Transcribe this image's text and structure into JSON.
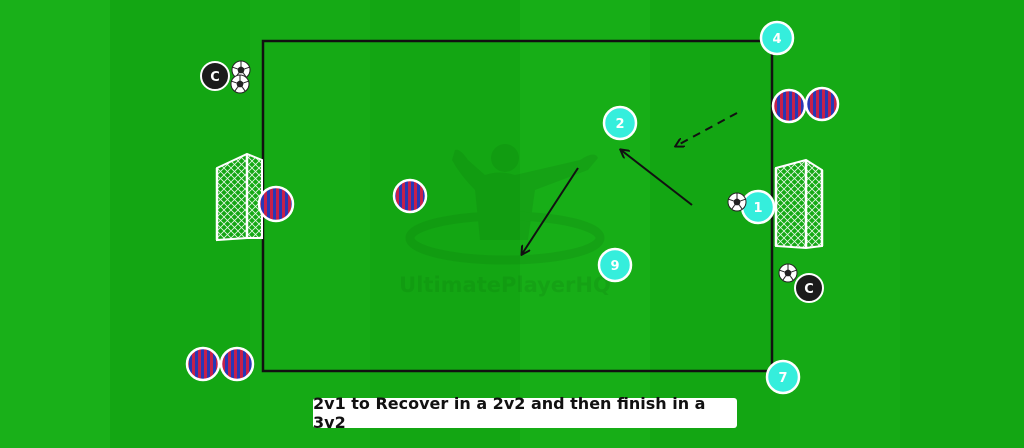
{
  "caption": "2v1 to Recover in a 2v2 and then finish in a 3v2",
  "watermark": "UltimatePlayerHQ",
  "colors": {
    "stripe_light": "#19b019",
    "stripe_dark": "#109f10",
    "teammate": "#35eedc",
    "opponent_red": "#c5204b",
    "opponent_blue": "#2638b6",
    "coach": "#1c1c1c",
    "line": "#111111"
  },
  "players": {
    "teammates": [
      {
        "number": "1"
      },
      {
        "number": "2"
      },
      {
        "number": "4"
      },
      {
        "number": "7"
      },
      {
        "number": "9"
      }
    ],
    "coaches": [
      {
        "label": "C"
      },
      {
        "label": "C"
      }
    ]
  }
}
